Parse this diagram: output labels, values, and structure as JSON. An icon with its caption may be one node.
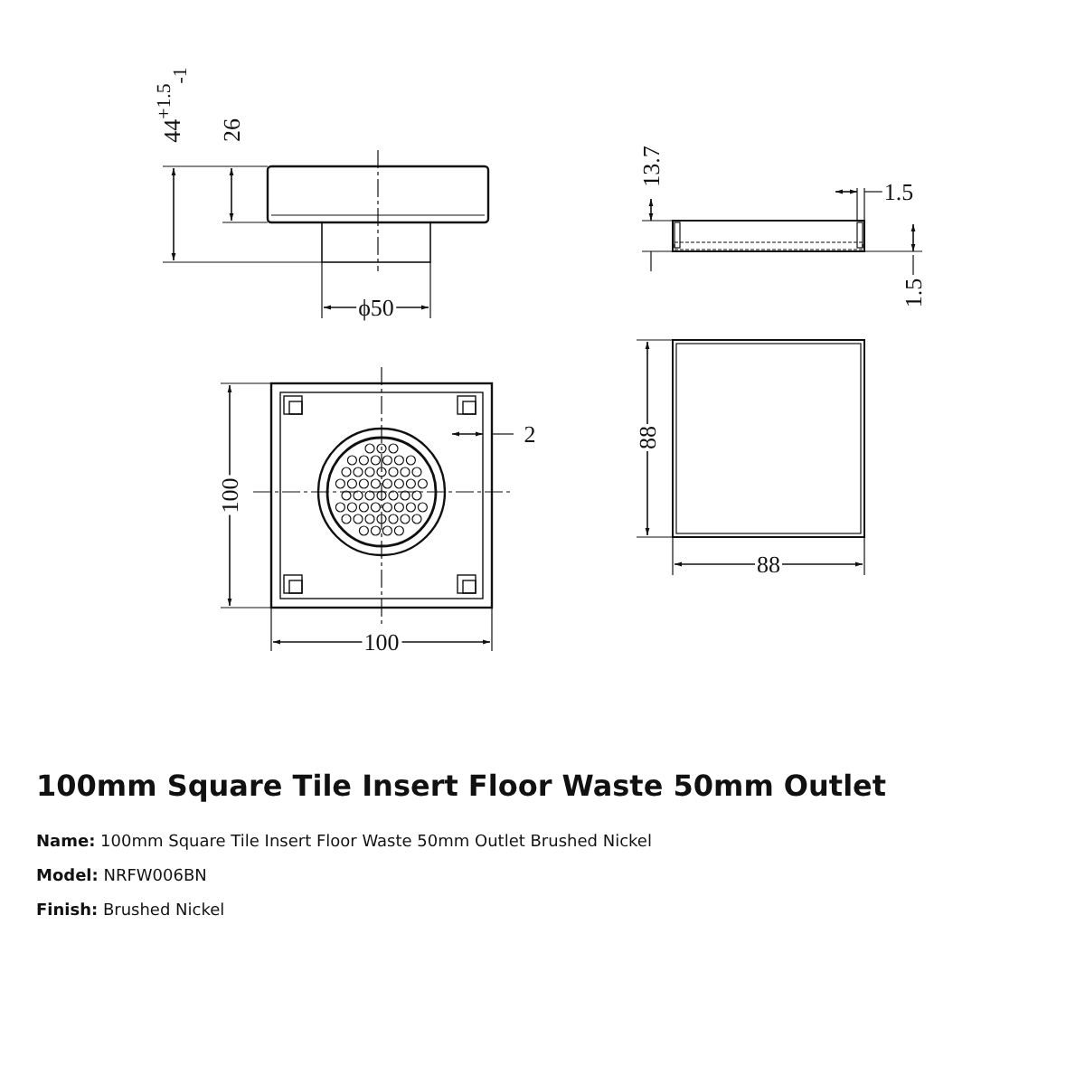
{
  "diagram": {
    "title": "100mm Square Tile Insert Floor Waste 50mm Outlet",
    "labels": [
      "44$^{+1.5}$$_{-1}$",
      "26",
      "ϕ50",
      "13.7",
      "1.5",
      "1.5",
      "2",
      "100",
      "100",
      "88",
      "88",
      "**Name:** 100mm Square Tile Insert Floor Waste 50mm Outlet Brushed Nickel",
      "**Model:** NRFW006BN",
      "**Finish:** Brushed Nickel"
    ]
  }
}
